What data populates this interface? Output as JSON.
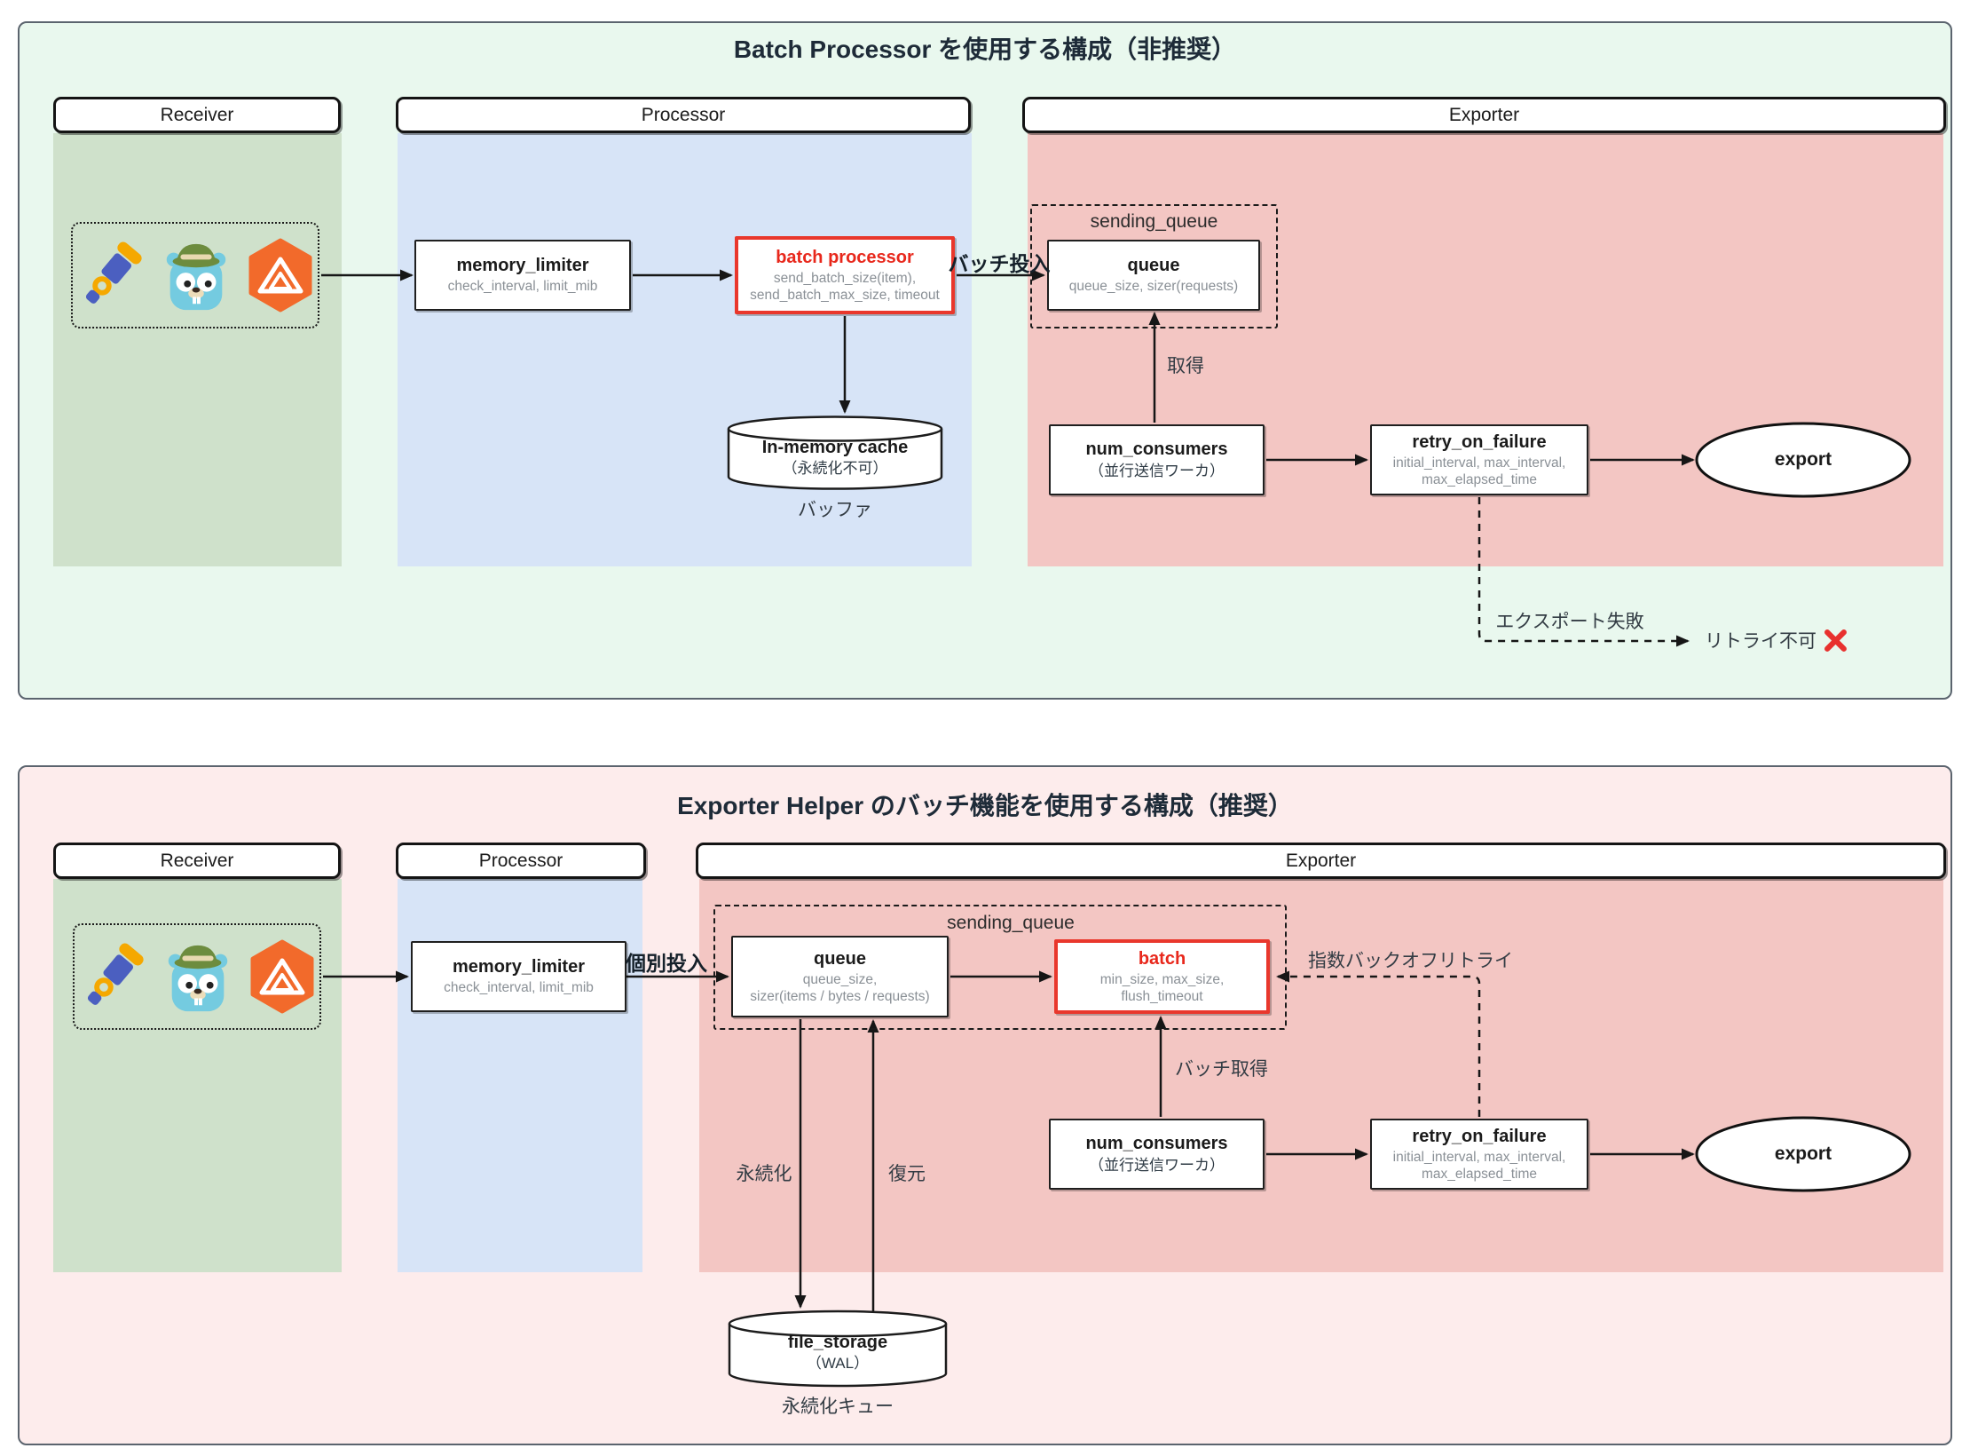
{
  "colors": {
    "panel1_bg": "#e9f8ee",
    "panel2_bg": "#fdecec",
    "receiver_column": "#cfe1cb",
    "processor_column": "#d7e4f7",
    "exporter_column": "#f3c6c3",
    "highlight_red_border": "#e9372c",
    "highlight_red_text": "#e8281c",
    "sub_text_gray": "#8a9096",
    "wire_black": "#161616",
    "cross_red": "#e8312e"
  },
  "p1": {
    "title": "Batch Processor を使用する構成（非推奨）",
    "headers": {
      "receiver": "Receiver",
      "processor": "Processor",
      "exporter": "Exporter"
    },
    "memory_limiter": {
      "title": "memory_limiter",
      "sub": "check_interval, limit_mib"
    },
    "batch_processor": {
      "title": "batch processor",
      "sub1": "send_batch_size(item),",
      "sub2": "send_batch_max_size, timeout"
    },
    "cache": {
      "title": "In-memory cache",
      "sub": "（永続化不可）",
      "caption": "バッファ"
    },
    "sending_queue": "sending_queue",
    "queue": {
      "title": "queue",
      "sub": "queue_size, sizer(requests)"
    },
    "num_consumers": {
      "title": "num_consumers",
      "sub": "（並行送信ワーカ）"
    },
    "retry": {
      "title": "retry_on_failure",
      "sub1": "initial_interval, max_interval,",
      "sub2": "max_elapsed_time"
    },
    "export": "export",
    "labels": {
      "batch_inject": "バッチ投入",
      "fetch": "取得",
      "export_fail": "エクスポート失敗",
      "no_retry": "リトライ不可"
    }
  },
  "p2": {
    "title": "Exporter Helper のバッチ機能を使用する構成（推奨）",
    "headers": {
      "receiver": "Receiver",
      "processor": "Processor",
      "exporter": "Exporter"
    },
    "memory_limiter": {
      "title": "memory_limiter",
      "sub": "check_interval, limit_mib"
    },
    "sending_queue": "sending_queue",
    "queue": {
      "title": "queue",
      "sub1": "queue_size,",
      "sub2": "sizer(items / bytes / requests)"
    },
    "batch": {
      "title": "batch",
      "sub1": "min_size, max_size,",
      "sub2": "flush_timeout"
    },
    "num_consumers": {
      "title": "num_consumers",
      "sub": "（並行送信ワーカ）"
    },
    "retry": {
      "title": "retry_on_failure",
      "sub1": "initial_interval, max_interval,",
      "sub2": "max_elapsed_time"
    },
    "export": "export",
    "storage": {
      "title": "file_storage",
      "sub": "（WAL）",
      "caption": "永続化キュー"
    },
    "labels": {
      "individual_inject": "個別投入",
      "batch_fetch": "バッチ取得",
      "backoff_retry": "指数バックオフリトライ",
      "persist": "永続化",
      "restore": "復元"
    }
  }
}
